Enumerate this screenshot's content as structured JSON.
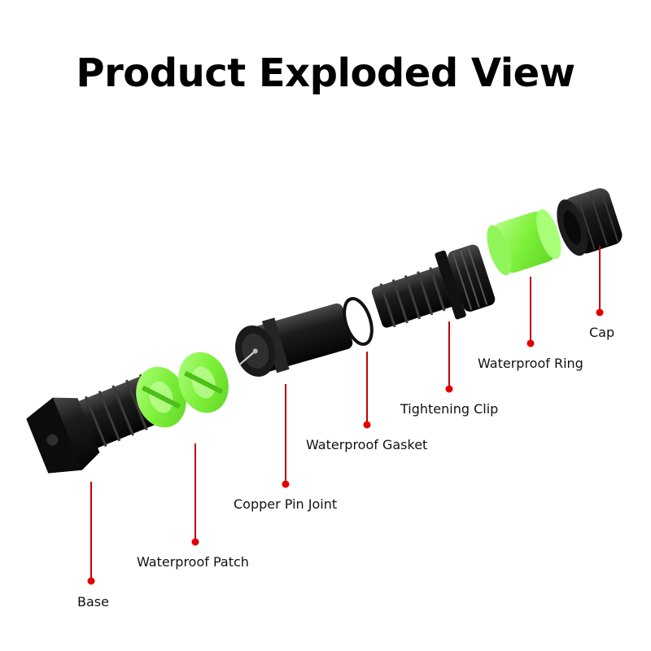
{
  "title": "Product Exploded View",
  "colors": {
    "background": "#ffffff",
    "title": "#000000",
    "leader_line": "#c00000",
    "leader_dot": "#e00000",
    "part_black": "#151515",
    "part_green": "#7ef03a"
  },
  "labels": {
    "base": "Base",
    "waterproof_patch": "Waterproof Patch",
    "copper_pin_joint": "Copper Pin Joint",
    "waterproof_gasket": "Waterproof Gasket",
    "tightening_clip": "Tightening Clip",
    "waterproof_ring": "Waterproof Ring",
    "cap": "Cap"
  }
}
